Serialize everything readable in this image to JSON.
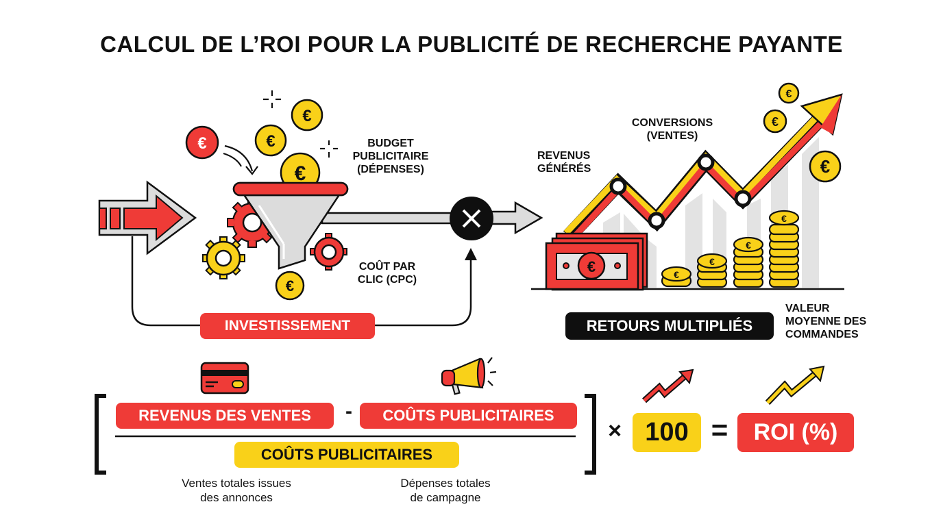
{
  "title": "CALCUL DE L’ROI POUR LA PUBLICITÉ DE RECHERCHE PAYANTE",
  "colors": {
    "red": "#ef3b37",
    "yellow": "#f9d119",
    "black": "#0f0f0f",
    "gray": "#dcdcdc"
  },
  "left_panel": {
    "budget_label": [
      "BUDGET",
      "PUBLICITAIRE",
      "(DÉPENSES)"
    ],
    "cpc_label": [
      "COÛT PAR",
      "CLIC (CPC)"
    ],
    "investment_badge": "INVESTISSEMENT",
    "multiply_symbol": "×",
    "icons": [
      "input-arrow-icon",
      "funnel-icon",
      "gear-icon",
      "euro-coin-icon",
      "sparkle-icon",
      "multiply-circle-icon",
      "output-arrow-icon"
    ]
  },
  "right_panel": {
    "revenue_label": [
      "REVENUS",
      "GÉNÉRÉS"
    ],
    "conversions_label": [
      "CONVERSIONS",
      "(VENTES)"
    ],
    "aov_label": [
      "VALEUR",
      "MOYENNE DES",
      "COMMANDES"
    ],
    "returns_badge": "RETOURS MULTIPLIÉS",
    "icons": [
      "banknote-stack-icon",
      "coin-stack-icon",
      "trend-arrow-icon",
      "euro-coin-icon"
    ]
  },
  "formula": {
    "numerator_left": "REVENUS DES VENTES",
    "minus": "-",
    "numerator_right": "COÛTS PUBLICITAIRES",
    "denominator": "COÛTS PUBLICITAIRES",
    "times": "×",
    "multiplier": "100",
    "equals": "=",
    "result": "ROI (%)",
    "note_left": [
      "Ventes totales issues",
      "des annonces"
    ],
    "note_right": [
      "Dépenses totales",
      "de campagne"
    ],
    "icons": [
      "credit-card-icon",
      "megaphone-icon",
      "trend-up-red-icon",
      "trend-up-yellow-icon"
    ]
  }
}
